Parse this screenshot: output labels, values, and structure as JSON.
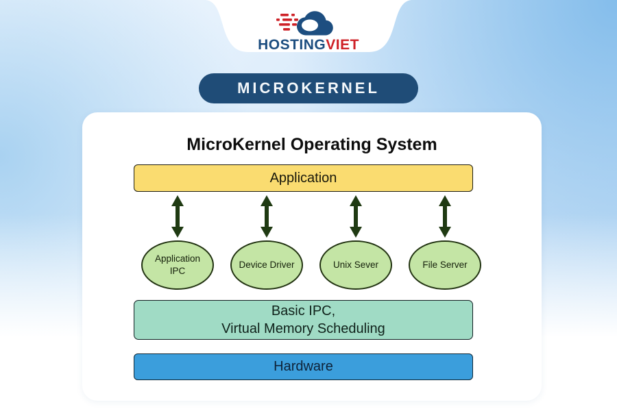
{
  "brand": {
    "name": "HostingViet",
    "logo_primary": "HOSTING",
    "logo_secondary": "VIET",
    "logo_icon": "cloud-with-speed-lines",
    "primary_color": "#1D4E80",
    "secondary_color": "#CE2127"
  },
  "banner": {
    "label": "MICROKERNEL",
    "bg_color": "#1F4C77",
    "text_color": "#F4F8FB"
  },
  "diagram": {
    "title": "MicroKernel Operating System",
    "application_layer": {
      "label": "Application",
      "bg_color": "#FADC70"
    },
    "services": [
      {
        "label": "Application IPC",
        "line1": "Application",
        "line2": "IPC"
      },
      {
        "label": "Device Driver",
        "line1": "Device Driver"
      },
      {
        "label": "Unix Sever",
        "line1": "Unix Sever"
      },
      {
        "label": "File Server",
        "line1": "File Server"
      }
    ],
    "service_bg_color": "#C4E5A5",
    "arrow_color": "#1F3A12",
    "kernel_layer": {
      "line1": "Basic IPC,",
      "line2": "Virtual Memory Scheduling",
      "bg_color": "#A0DBC5"
    },
    "hardware_layer": {
      "label": "Hardware",
      "bg_color": "#3B9EDC"
    }
  }
}
